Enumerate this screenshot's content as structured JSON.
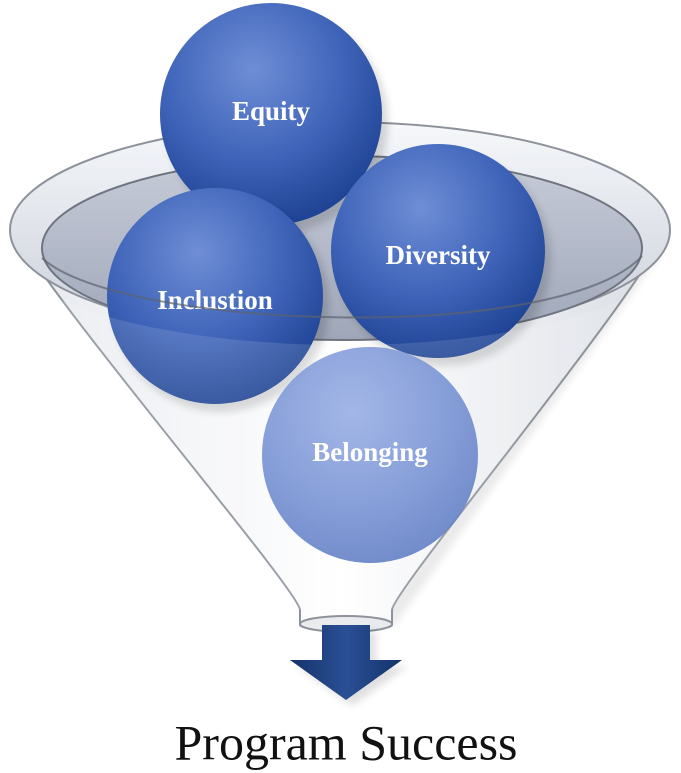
{
  "diagram": {
    "items": [
      {
        "label": "Equity"
      },
      {
        "label": "Diversity"
      },
      {
        "label": "Inclustion"
      },
      {
        "label": "Belonging"
      }
    ],
    "result": "Program Success"
  },
  "colors": {
    "ball_dark": "#1a3f8f",
    "ball_light": "#6f8ed6",
    "arrow": "#1e3f7c",
    "text": "#111111"
  }
}
